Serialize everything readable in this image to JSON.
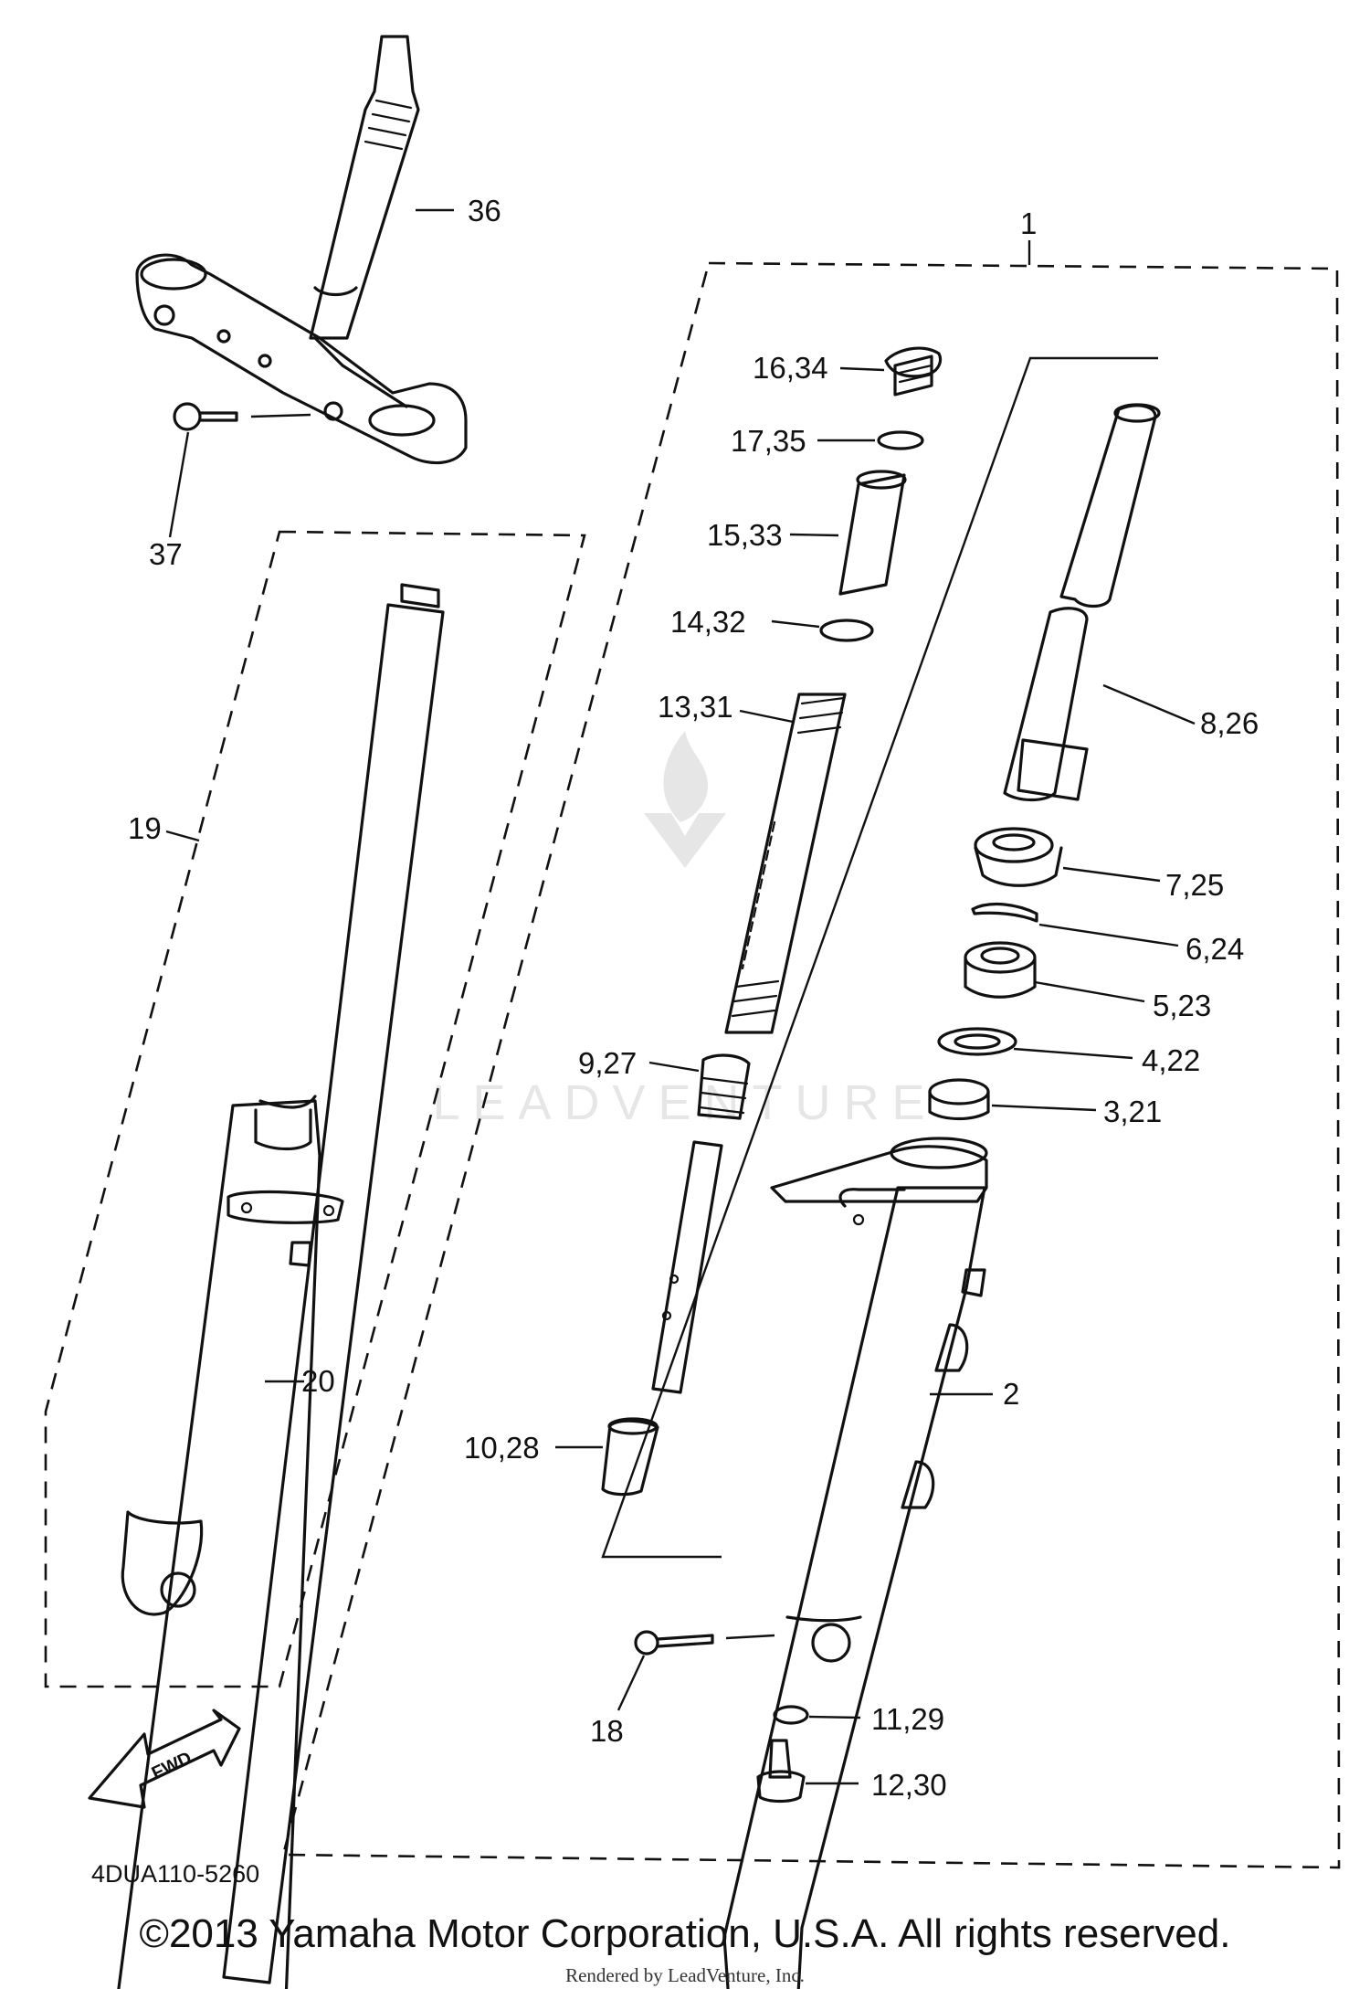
{
  "diagram": {
    "callouts": {
      "c1": "1",
      "c2": "2",
      "c3": "3,21",
      "c4": "4,22",
      "c5": "5,23",
      "c6": "6,24",
      "c7": "7,25",
      "c8": "8,26",
      "c9": "9,27",
      "c10": "10,28",
      "c11": "11,29",
      "c12": "12,30",
      "c13": "13,31",
      "c14": "14,32",
      "c15": "15,33",
      "c16": "16,34",
      "c17": "17,35",
      "c18": "18",
      "c19": "19",
      "c20": "20",
      "c36": "36",
      "c37": "37"
    },
    "fwd_label": "FWD",
    "diagram_code": "4DUA110-5260",
    "watermark": "LEADVENTURE"
  },
  "footer": {
    "copyright": "©2013 Yamaha Motor Corporation, U.S.A. All rights reserved.",
    "rendered_by": "Rendered by LeadVenture, Inc."
  }
}
